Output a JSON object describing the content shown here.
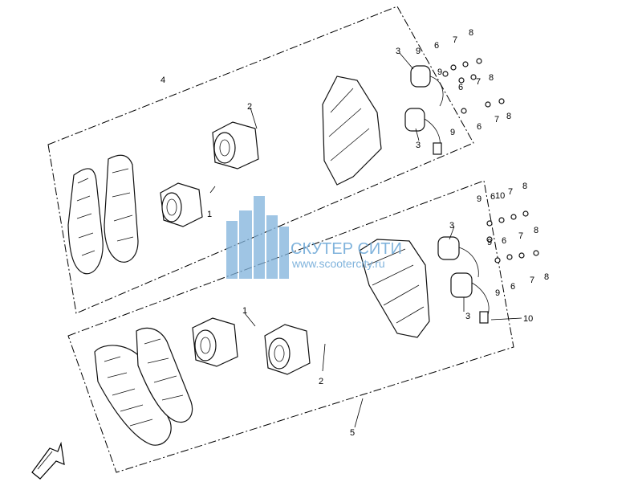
{
  "watermark": {
    "brand": "СКУТЕР СИТИ",
    "url": "www.scootercity.ru",
    "color": "#6aa6d6"
  },
  "callouts": {
    "n1": "1",
    "n2": "2",
    "n3": "3",
    "n4": "4",
    "n5": "5",
    "n6": "6",
    "n7": "7",
    "n8": "8",
    "n9": "9",
    "n10": "10"
  },
  "icons": {
    "front_arrow": "front-direction-arrow-icon"
  }
}
